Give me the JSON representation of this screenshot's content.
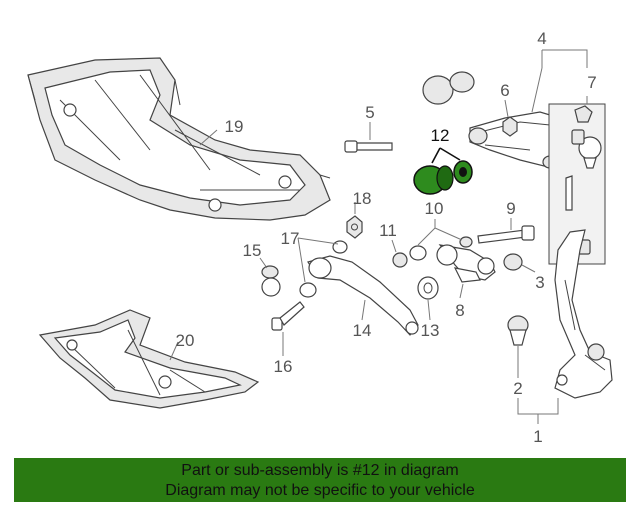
{
  "diagram": {
    "highlighted_part": "12",
    "callouts": [
      "1",
      "2",
      "3",
      "4",
      "5",
      "6",
      "7",
      "8",
      "9",
      "10",
      "11",
      "12",
      "13",
      "14",
      "15",
      "16",
      "17",
      "18",
      "19",
      "20"
    ]
  },
  "banner": {
    "line1": "Part or sub-assembly is #12 in diagram",
    "line2": "Diagram may not be specific to your vehicle",
    "background_color": "#2a7a12",
    "highlight_color": "#2e8b1e"
  }
}
